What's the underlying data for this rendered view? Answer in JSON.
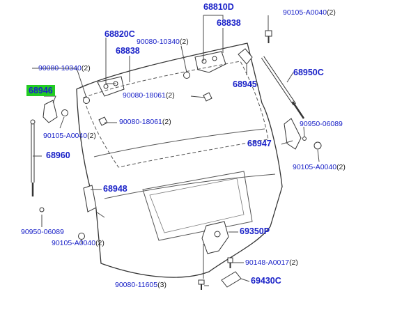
{
  "colors": {
    "label": "#1a22c8",
    "highlight": "#22cc22",
    "line": "#4a4a4a",
    "outline": "#333333"
  },
  "labels": {
    "p68810d": "68810D",
    "p68838_right": "68838",
    "p90105_top": "90105-A0040",
    "p90105_top_qty": "(2)",
    "p68820c": "68820C",
    "p90080_10340_top": "90080-10340",
    "p90080_10340_top_qty": "(2)",
    "p68838_left": "68838",
    "p90080_10340_left": "90080-10340",
    "p90080_10340_left_qty": "(2)",
    "p68950c": "68950C",
    "p68946": "68946",
    "p90080_18061_a": "90080-18061",
    "p90080_18061_a_qty": "(2)",
    "p68945": "68945",
    "p90080_18061_b": "90080-18061",
    "p90080_18061_b_qty": "(2)",
    "p90950_06089_right": "90950-06089",
    "p90105_left": "90105-A0040",
    "p90105_left_qty": "(2)",
    "p68947": "68947",
    "p68960": "68960",
    "p90105_right": "90105-A0040",
    "p90105_right_qty": "(2)",
    "p68948": "68948",
    "p90950_06089_left": "90950-06089",
    "p69350p": "69350P",
    "p90105_bottom": "90105-A0040",
    "p90105_bottom_qty": "(2)",
    "p90148": "90148-A0017",
    "p90148_qty": "(2)",
    "p90080_11605": "90080-11605",
    "p90080_11605_qty": "(3)",
    "p69430c": "69430C"
  }
}
